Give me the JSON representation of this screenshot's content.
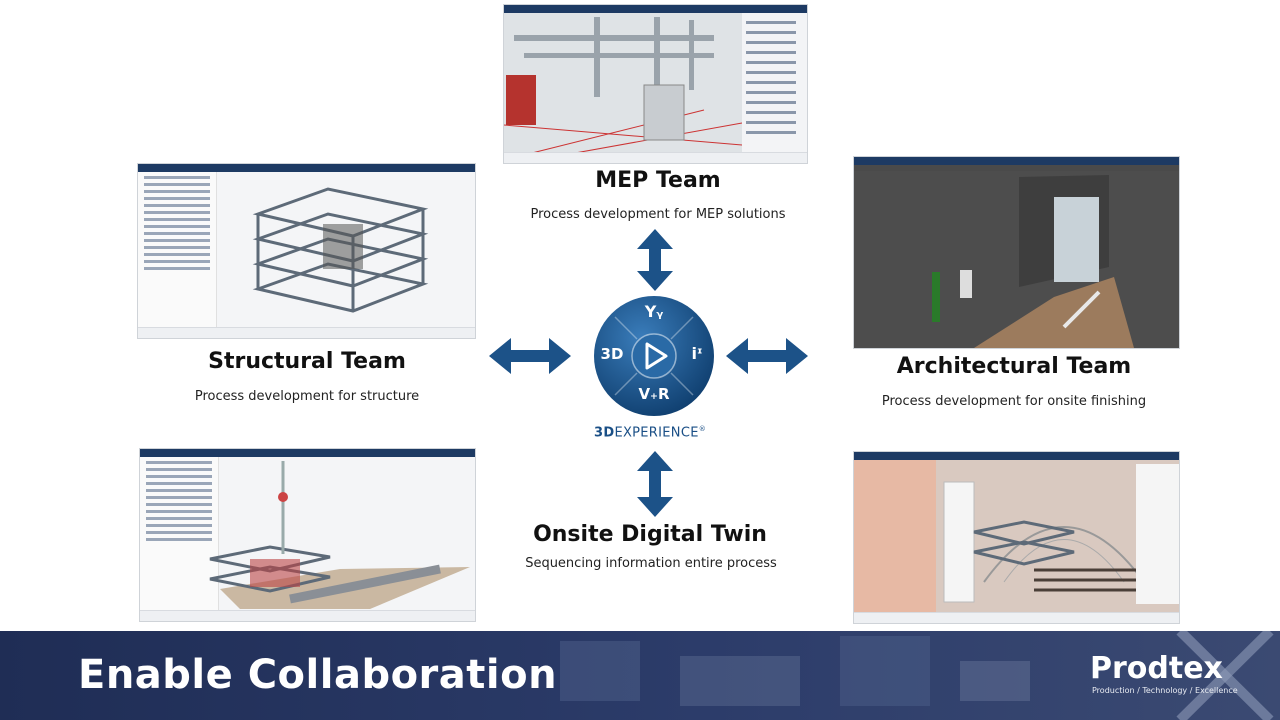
{
  "teams": {
    "mep": {
      "title": "MEP Team",
      "subtitle": "Process development for MEP solutions"
    },
    "structural": {
      "title": "Structural Team",
      "subtitle": "Process development for structure"
    },
    "architectural": {
      "title": "Architectural Team",
      "subtitle": "Process development for onsite finishing"
    },
    "onsite": {
      "title": "Onsite Digital Twin",
      "subtitle": "Sequencing information entire process"
    }
  },
  "center_logo": {
    "top": "Yᵧ",
    "left": "3D",
    "right": "iᶦ",
    "bottom": "V₊R",
    "word_bold": "3D",
    "word_rest": "EXPERIENCE",
    "mark": "®"
  },
  "footer": {
    "title": "Enable Collaboration",
    "brand": "Prodtex",
    "tagline": "Production / Technology / Excellence"
  },
  "colors": {
    "arrow": "#1c5288",
    "footer_bg": "#23335e",
    "logo_dark": "#15467a",
    "logo_light": "#2f6ea8"
  }
}
